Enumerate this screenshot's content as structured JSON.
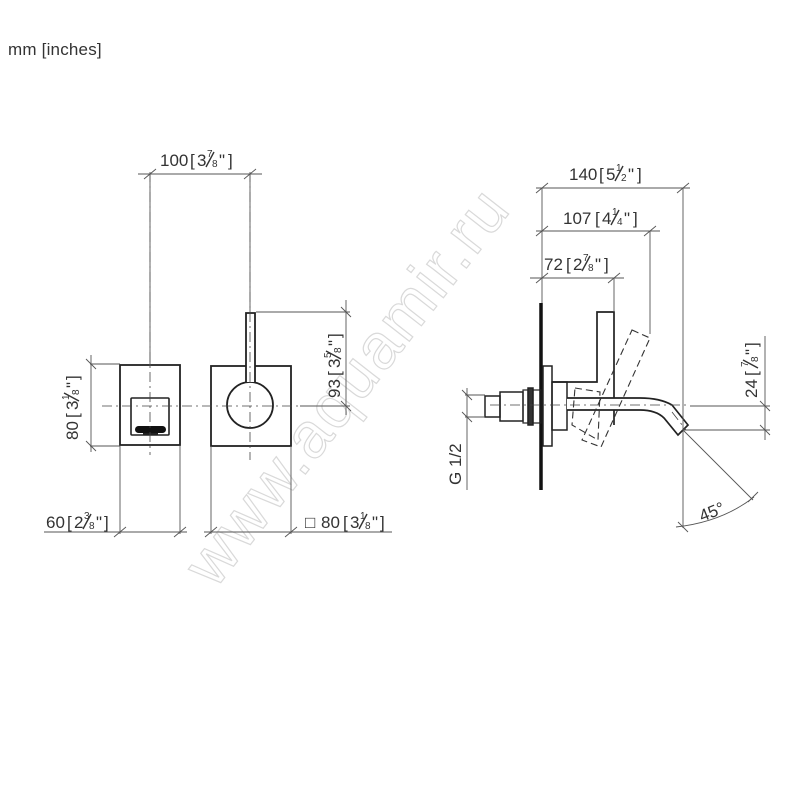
{
  "units_label": "mm [inches]",
  "watermark": "www.aquamir.ru",
  "front_view": {
    "overall_width": {
      "mm": "100",
      "in_whole": "3",
      "in_num": "7",
      "in_den": "8"
    },
    "spout_plate_height": {
      "mm": "80",
      "in_whole": "3",
      "in_num": "1",
      "in_den": "8"
    },
    "spout_plate_width": {
      "mm": "60",
      "in_whole": "2",
      "in_num": "3",
      "in_den": "8"
    },
    "lever_height": {
      "mm": "93",
      "in_whole": "3",
      "in_num": "5",
      "in_den": "8"
    },
    "lever_plate_square": {
      "symbol": "□",
      "mm": "80",
      "in_whole": "3",
      "in_num": "1",
      "in_den": "8"
    }
  },
  "side_view": {
    "projection_total": {
      "mm": "140",
      "in_whole": "5",
      "in_num": "1",
      "in_den": "2"
    },
    "lever_projection": {
      "mm": "107",
      "in_whole": "4",
      "in_num": "1",
      "in_den": "4"
    },
    "body_projection": {
      "mm": "72",
      "in_whole": "2",
      "in_num": "7",
      "in_den": "8"
    },
    "spout_height": {
      "mm": "24",
      "in_whole": "",
      "in_num": "7",
      "in_den": "8"
    },
    "thread": "G 1/2",
    "angle": "45°"
  }
}
